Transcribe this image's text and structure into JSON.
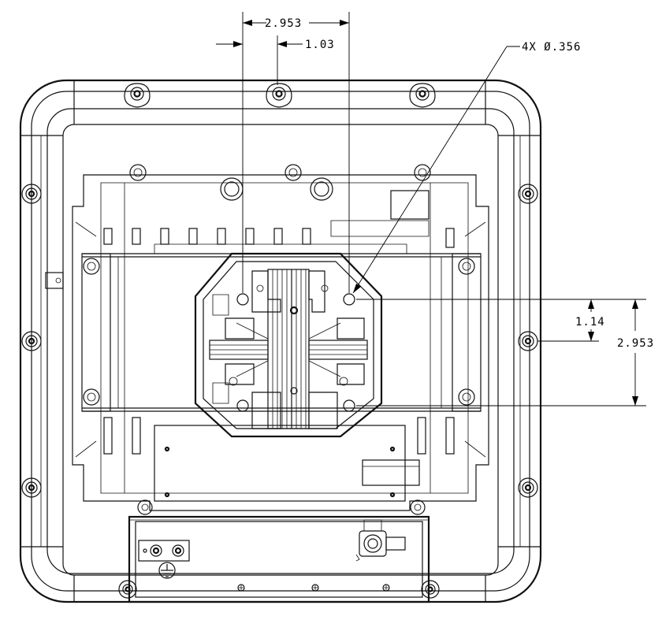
{
  "dimensions": {
    "top_width": "2.953",
    "top_offset": "1.03",
    "hole_callout": "4X Ø.356",
    "right_offset": "1.14",
    "right_height": "2.953"
  },
  "icons": {
    "ground": "ground-symbol-icon"
  }
}
